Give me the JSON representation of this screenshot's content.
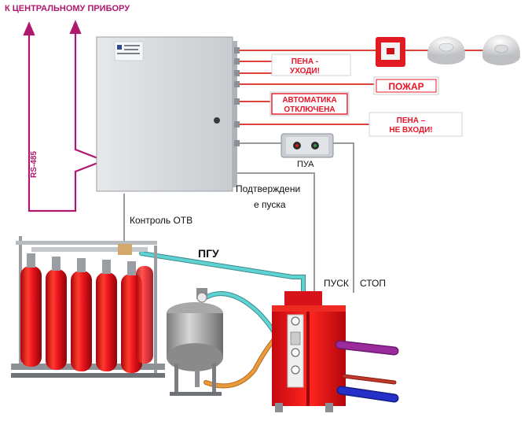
{
  "labels": {
    "central_device": "К ЦЕНТРАЛЬНОМУ ПРИБОРУ",
    "rs485": "RS-485",
    "pua": "ПУА",
    "confirm_line1": "Подтверждени",
    "confirm_line2": "е пуска",
    "control_otv": "Контроль ОТВ",
    "pgu": "ПГУ",
    "pusk": "ПУСК",
    "stop": "СТОП"
  },
  "signs": {
    "pena_uhodi_line1": "ПЕНА -",
    "pena_uhodi_line2": "УХОДИ!",
    "pozhar": "ПОЖАР",
    "avtomatika_line1": "АВТОМАТИКА",
    "avtomatika_line2": "ОТКЛЮЧЕНА",
    "pena_ne_vhodi_line1": "ПЕНА –",
    "pena_ne_vhodi_line2": "НЕ ВХОДИ!"
  },
  "colors": {
    "magenta": "#b0186e",
    "sign_red": "#e8142a",
    "line_red": "#d9433a",
    "cyan": "#5fd2d2",
    "orange": "#e99a3b",
    "purple": "#9b2a9d",
    "blue": "#2430c8",
    "cylinder": "#e8121c",
    "gray_line": "#9b9b9b"
  }
}
